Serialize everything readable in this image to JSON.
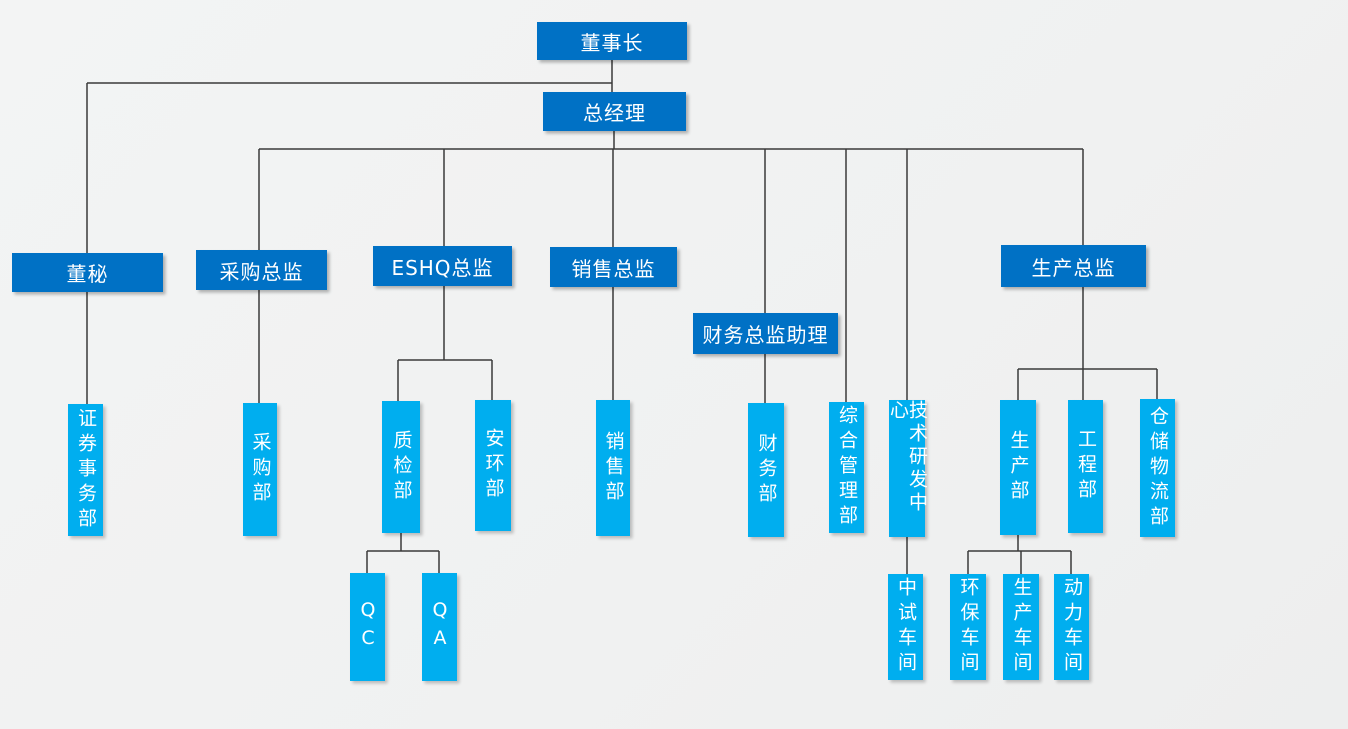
{
  "diagram": {
    "type": "org-chart",
    "language": "zh-CN"
  },
  "colors": {
    "director_box": "#0071C5",
    "department_box": "#00AEEF",
    "connector_line": "#3A3A3A",
    "background": "#F0F1F1",
    "box_text": "#FFFFFF"
  },
  "org": {
    "chairman": {
      "label": "董事长",
      "parent": null
    },
    "general_manager": {
      "label": "总经理",
      "parent": "chairman"
    },
    "board_secretary": {
      "label": "董秘",
      "parent": "chairman"
    },
    "procurement_director": {
      "label": "采购总监",
      "parent": "general_manager"
    },
    "eshq_director": {
      "label": "ESHQ总监",
      "parent": "general_manager"
    },
    "sales_director": {
      "label": "销售总监",
      "parent": "general_manager"
    },
    "finance_director_assistant": {
      "label": "财务总监助理",
      "parent": "general_manager"
    },
    "general_management_dept": {
      "label": "综合管理部",
      "parent": "general_manager"
    },
    "technology_rd_center": {
      "label": "技术研发中心",
      "parent": "general_manager"
    },
    "production_director": {
      "label": "生产总监",
      "parent": "general_manager"
    },
    "securities_affairs_dept": {
      "label": "证券事务部",
      "parent": "board_secretary"
    },
    "procurement_dept": {
      "label": "采购部",
      "parent": "procurement_director"
    },
    "quality_inspection_dept": {
      "label": "质检部",
      "parent": "eshq_director"
    },
    "safety_environment_dept": {
      "label": "安环部",
      "parent": "eshq_director"
    },
    "sales_dept": {
      "label": "销售部",
      "parent": "sales_director"
    },
    "finance_dept": {
      "label": "财务部",
      "parent": "finance_director_assistant"
    },
    "qc_team": {
      "label": "QC",
      "parent": "quality_inspection_dept"
    },
    "qa_team": {
      "label": "QA",
      "parent": "quality_inspection_dept"
    },
    "pilot_workshop": {
      "label": "中试车间",
      "parent": "technology_rd_center"
    },
    "production_dept": {
      "label": "生产部",
      "parent": "production_director"
    },
    "engineering_dept": {
      "label": "工程部",
      "parent": "production_director"
    },
    "warehouse_logistics_dept": {
      "label": "仓储物流部",
      "parent": "production_director"
    },
    "environmental_workshop": {
      "label": "环保车间",
      "parent": "production_dept"
    },
    "production_workshop": {
      "label": "生产车间",
      "parent": "production_dept"
    },
    "power_workshop": {
      "label": "动力车间",
      "parent": "production_dept"
    }
  }
}
